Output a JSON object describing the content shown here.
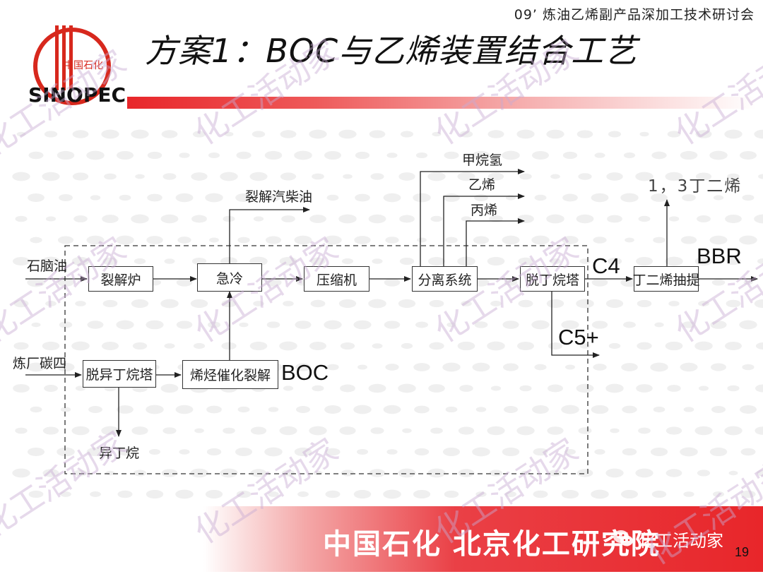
{
  "header": {
    "note": "09’ 炼油乙烯副产品深加工技术研讨会",
    "title": "方案1：BOC与乙烯装置结合工艺"
  },
  "logo": {
    "chinese": "中国石化",
    "word": "SINOPEC",
    "icon": "sinopec-logo-icon"
  },
  "diagram": {
    "boxes": {
      "cracking_furnace": "裂解炉",
      "quench": "急冷",
      "compressor": "压缩机",
      "separation": "分离系统",
      "debutanizer": "脱丁烷塔",
      "butadiene_extraction": "丁二烯抽提",
      "deisobutanizer": "脱异丁烷塔",
      "olefin_catalytic_cracking": "烯烃催化裂解"
    },
    "labels": {
      "naphtha": "石脑油",
      "refinery_c4": "炼厂碳四",
      "cracked_oil": "裂解汽柴油",
      "methane_hydrogen": "甲烷氢",
      "ethylene": "乙烯",
      "propylene": "丙烯",
      "butadiene": "1，3丁二烯",
      "c4": "C4",
      "bbr": "BBR",
      "c5plus": "C5+",
      "boc": "BOC",
      "isobutane": "异丁烷"
    }
  },
  "footer": {
    "org": "中国石化 北京化工研究院",
    "account": "化工活动家",
    "account_icon": "wechat-icon",
    "page": "19"
  },
  "watermark": {
    "text": "化工活动家"
  },
  "colors": {
    "brand_red": "#e8262a",
    "text": "#222222"
  }
}
